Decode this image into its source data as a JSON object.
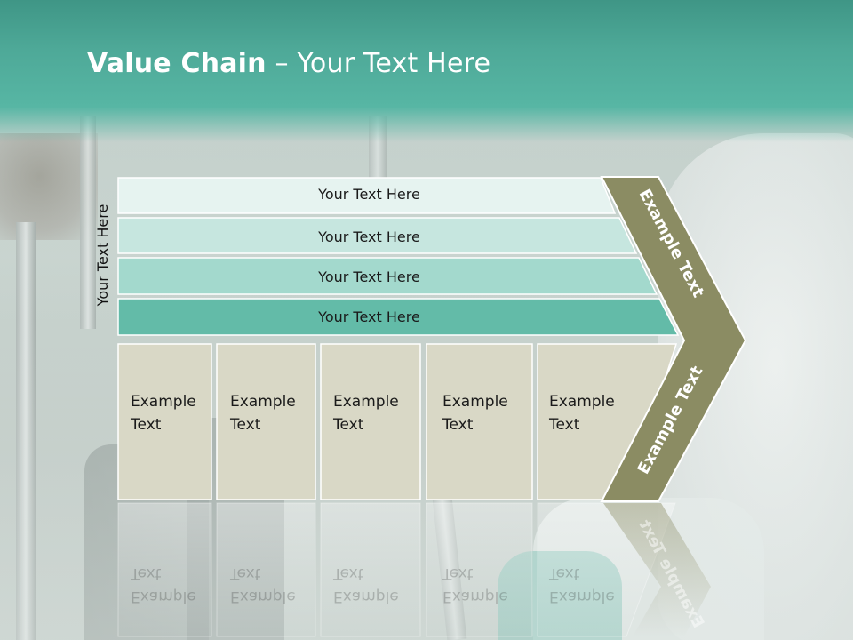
{
  "slide": {
    "title_bold": "Value Chain",
    "title_rest": " – Your Text Here",
    "side_label": "Your Text Here"
  },
  "bars": [
    {
      "label": "Your Text Here",
      "fill": "#e6f3f0"
    },
    {
      "label": "Your Text Here",
      "fill": "#c6e6df"
    },
    {
      "label": "Your Text Here",
      "fill": "#a3d9cd"
    },
    {
      "label": "Your Text Here",
      "fill": "#63bba8"
    }
  ],
  "columns": [
    {
      "line1": "Example",
      "line2": "Text"
    },
    {
      "line1": "Example",
      "line2": "Text"
    },
    {
      "line1": "Example",
      "line2": "Text"
    },
    {
      "line1": "Example",
      "line2": "Text"
    },
    {
      "line1": "Example",
      "line2": "Text"
    }
  ],
  "chevron": {
    "upper_label": "Example Text",
    "lower_label": "Example Text",
    "fill": "#8b8c63"
  },
  "colors": {
    "header": "#4ea998",
    "column_fill": "#d9d8c6",
    "border": "#ffffff"
  }
}
